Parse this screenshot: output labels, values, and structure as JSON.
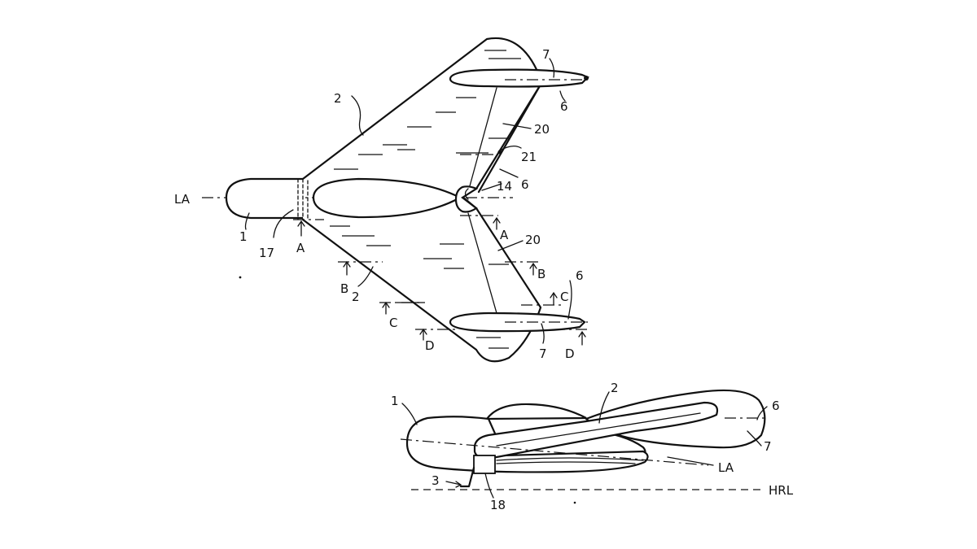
{
  "figure_top": {
    "label_LA": "LA",
    "label_1": "1",
    "label_17": "17",
    "label_A_left": "A",
    "label_2_upper": "2",
    "label_2_lower": "2",
    "label_B_left": "B",
    "label_C_left": "C",
    "label_D_left": "D",
    "label_7_upper": "7",
    "label_6_upper": "6",
    "label_20_upper": "20",
    "label_21": "21",
    "label_14": "14",
    "label_6_mid": "6",
    "label_A_right": "A",
    "label_20_lower": "20",
    "label_B_right": "B",
    "label_6_lower": "6",
    "label_C_right": "C",
    "label_7_lower": "7",
    "label_D_right": "D"
  },
  "figure_bottom": {
    "label_1": "1",
    "label_2": "2",
    "label_6": "6",
    "label_7": "7",
    "label_LA": "LA",
    "label_3": "3",
    "label_18": "18",
    "label_HRL": "HRL"
  }
}
